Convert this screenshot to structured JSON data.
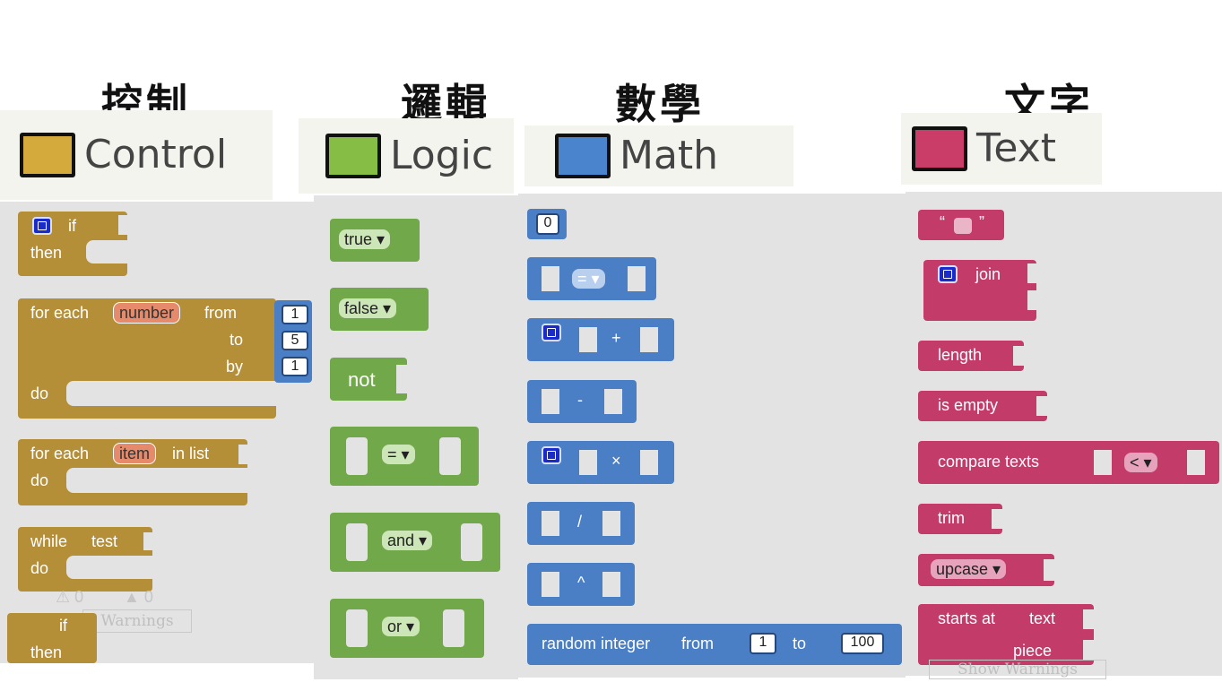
{
  "headings": {
    "control": "控制",
    "logic": "邏輯",
    "math": "數學",
    "text": "文字"
  },
  "categories": {
    "control": {
      "label": "Control",
      "color": "#d4aa3c"
    },
    "logic": {
      "label": "Logic",
      "color": "#86bd45"
    },
    "math": {
      "label": "Math",
      "color": "#4a84cd"
    },
    "text": {
      "label": "Text",
      "color": "#c93d68"
    }
  },
  "colors": {
    "control_block": "#b58f38",
    "logic_block": "#71a849",
    "math_block": "#4a7fc6",
    "text_block": "#c33b68",
    "workspace": "#e3e3e3"
  },
  "control_blocks": {
    "if": {
      "if": "if",
      "then": "then"
    },
    "for_range": {
      "for_each": "for each",
      "var": "number",
      "from": "from",
      "to": "to",
      "by": "by",
      "do": "do",
      "from_value": "1",
      "to_value": "5",
      "by_value": "1"
    },
    "for_list": {
      "for_each": "for each",
      "var": "item",
      "in_list": "in list",
      "do": "do"
    },
    "while": {
      "while": "while",
      "test": "test",
      "do": "do"
    },
    "if2": {
      "if": "if",
      "then": "then"
    },
    "warnings": {
      "warn_count": "0",
      "error_count": "0",
      "button": "Warnings"
    }
  },
  "logic_blocks": {
    "true": "true",
    "false": "false",
    "not": "not",
    "compare_op": "=",
    "and": "and",
    "or": "or"
  },
  "math_blocks": {
    "number": "0",
    "compare_op": "=",
    "add_op": "+",
    "subtract_op": "-",
    "multiply_op": "×",
    "divide_op": "/",
    "power_op": "^",
    "random": {
      "label": "random integer",
      "from": "from",
      "to": "to",
      "from_value": "1",
      "to_value": "100"
    }
  },
  "text_blocks": {
    "string_open": "“",
    "string_close": "”",
    "join": "join",
    "length": "length",
    "is_empty": "is empty",
    "compare": "compare texts",
    "compare_op": "<",
    "trim": "trim",
    "upcase": "upcase",
    "starts_at": {
      "label": "starts at",
      "text": "text",
      "piece": "piece"
    },
    "show_warnings": "Show Warnings"
  }
}
